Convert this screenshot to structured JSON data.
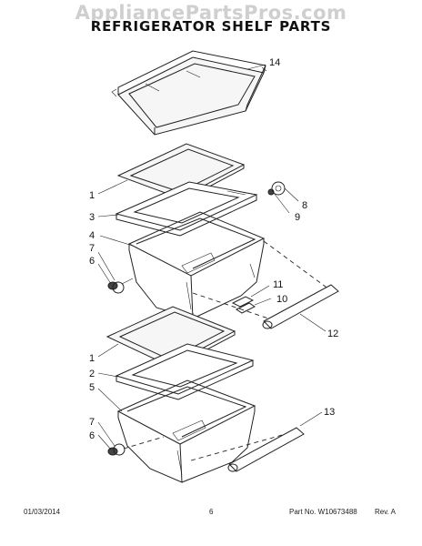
{
  "watermark": "AppliancePartsPros.com",
  "title": "REFRIGERATOR SHELF PARTS",
  "footer": {
    "date": "01/03/2014",
    "page": "6",
    "part_label": "Part No. W10673488",
    "rev": "Rev. A"
  },
  "callouts": {
    "c14": "14",
    "c1a": "1",
    "c3": "3",
    "c4": "4",
    "c7a": "7",
    "c6a": "6",
    "c8": "8",
    "c9": "9",
    "c11": "11",
    "c10": "10",
    "c12": "12",
    "c1b": "1",
    "c2": "2",
    "c5": "5",
    "c7b": "7",
    "c6b": "6",
    "c13": "13"
  }
}
